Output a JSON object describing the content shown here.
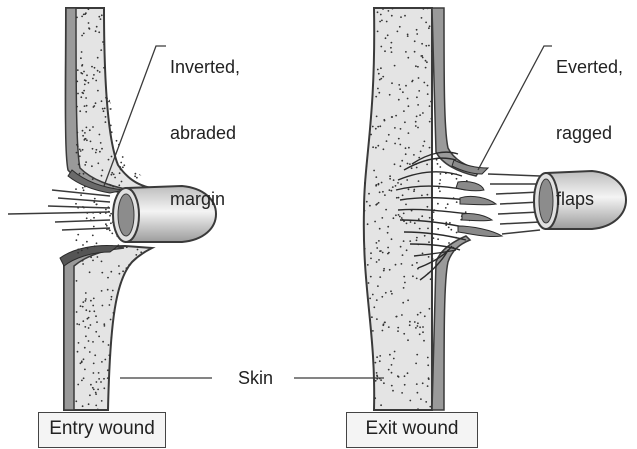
{
  "labels": {
    "inverted_line1": "Inverted,",
    "inverted_line2": "abraded",
    "inverted_line3": "margin",
    "everted_line1": "Everted,",
    "everted_line2": "ragged",
    "everted_line3": "flaps",
    "skin": "Skin"
  },
  "captions": {
    "entry": "Entry wound",
    "exit": "Exit wound"
  },
  "colors": {
    "outline": "#3a3a3a",
    "tissue_fill": "#e4e4e4",
    "skin_layer": "#9a9a9a",
    "stipple": "#333333",
    "bullet_light": "#f2f2f2",
    "bullet_dark": "#8c8c8c"
  }
}
